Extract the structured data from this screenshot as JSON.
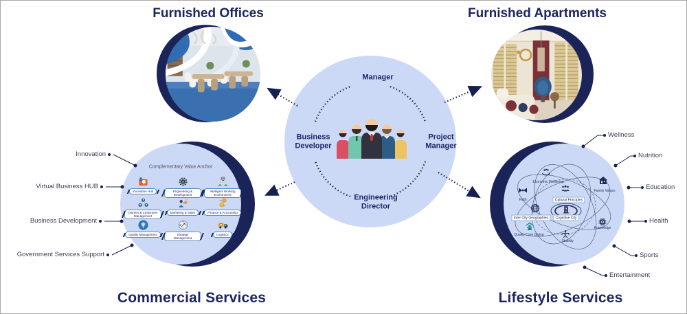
{
  "offices": {
    "title": "Furnished Offices"
  },
  "apartments": {
    "title": "Furnished Apartments"
  },
  "center": {
    "manager": "Manager",
    "business_developer": "Business Developer",
    "project_manager": "Project Manager",
    "engineering_director": "Engineering Director"
  },
  "commercial": {
    "title": "Commercial Services",
    "anchor_title": "Complementary Value Anchor",
    "grid": [
      {
        "label": "Innovation Hub",
        "icon": "innovation-hub-icon"
      },
      {
        "label": "Engineering & Development",
        "icon": "gears-icon"
      },
      {
        "label": "Intelligent Working Environment",
        "icon": "smart-workspace-icon"
      },
      {
        "label": "Owners & Customers Management",
        "icon": "people-network-icon"
      },
      {
        "label": "Marketing & Sales",
        "icon": "megaphone-icon"
      },
      {
        "label": "Finance & Accounting",
        "icon": "coins-icon"
      },
      {
        "label": "Quality Management",
        "icon": "diamond-icon"
      },
      {
        "label": "Strategy Management",
        "icon": "strategy-compass-icon"
      },
      {
        "label": "Logistics",
        "icon": "truck-icon"
      }
    ],
    "callouts": [
      "Innovation",
      "Virtual Business HUB",
      "Business Development",
      "Government Services Support"
    ]
  },
  "lifestyle": {
    "title": "Lifestyle Services",
    "nodes": {
      "economic_wellbeing": "Economic Wellbeing",
      "family_values": "Family Values",
      "faith": "Faith",
      "cultural_principles": "Cultural Principles",
      "cognitive_city": "Cognitive City",
      "inter_city_geographies": "Inter City Geographies",
      "quality_care_giving": "Quality Care Giving",
      "knowledge": "Knowledge",
      "stability": "Stability"
    },
    "callouts": [
      "Wellness",
      "Nutrition",
      "Education",
      "Health",
      "Sports",
      "Entertainment"
    ]
  },
  "colors": {
    "circle_fill": "#ccd9f6",
    "navy": "#1a2458",
    "title_navy": "#1c2563",
    "callout_text": "#3a4156"
  }
}
